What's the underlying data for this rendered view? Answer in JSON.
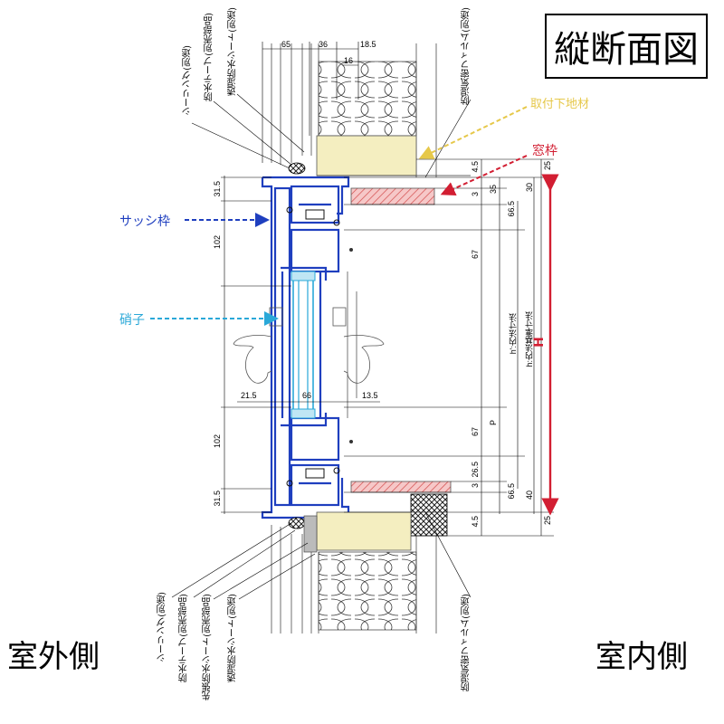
{
  "title": "縦断面図",
  "exterior_label": "室外側",
  "interior_label": "室内側",
  "callouts": {
    "mounting_base": "取付下地材",
    "window_frame": "窓枠",
    "sash_frame": "サッシ枠",
    "glass": "硝子",
    "height": "H"
  },
  "colors": {
    "sash_blue": "#1f3fbf",
    "glass_cyan": "#2aa8d8",
    "window_red": "#d21e32",
    "mounting_yellow": "#e6c84a",
    "yellow_fill": "#f4eec0",
    "red_hatch": "#e58080"
  },
  "top_labels": [
    "シーリング(別途)",
    "防水テープ(別売部品)",
    "透湿防水シート(別途)"
  ],
  "top_right_label": "防湿気密フィルム(別途)",
  "bottom_labels": [
    "シーリング(別途)",
    "防水テープ(別売部品)",
    "先張防水シート(別売部品)",
    "透湿防水シート(別途)"
  ],
  "bottom_right_label": "防湿気密フィルム(別途)",
  "dimension_labels": {
    "top_65": "65",
    "top_36": "36",
    "top_18_5": "18.5",
    "top_16": "16",
    "left_31_5_top": "31.5",
    "left_102_top": "102",
    "mid_21_5": "21.5",
    "mid_66": "66",
    "mid_13_5": "13.5",
    "left_102_bottom": "102",
    "left_31_5_bottom": "31.5",
    "r_4_5_top": "4.5",
    "r_3_top": "3",
    "r_35": "35",
    "r_66_5_top": "66.5",
    "r_67_top": "67",
    "r_p": "P",
    "r_67_bottom": "67",
    "r_26_5": "26.5",
    "r_3_bottom": "3",
    "r_66_5_bottom": "66.5",
    "r_4_5_bottom": "4.5",
    "h_inner_prime": "h':内法寸法",
    "h_inner_std": "h:内法基準寸法",
    "rr_30": "30",
    "rr_40": "40",
    "rr_25_top": "25",
    "rr_25_bottom": "25"
  }
}
